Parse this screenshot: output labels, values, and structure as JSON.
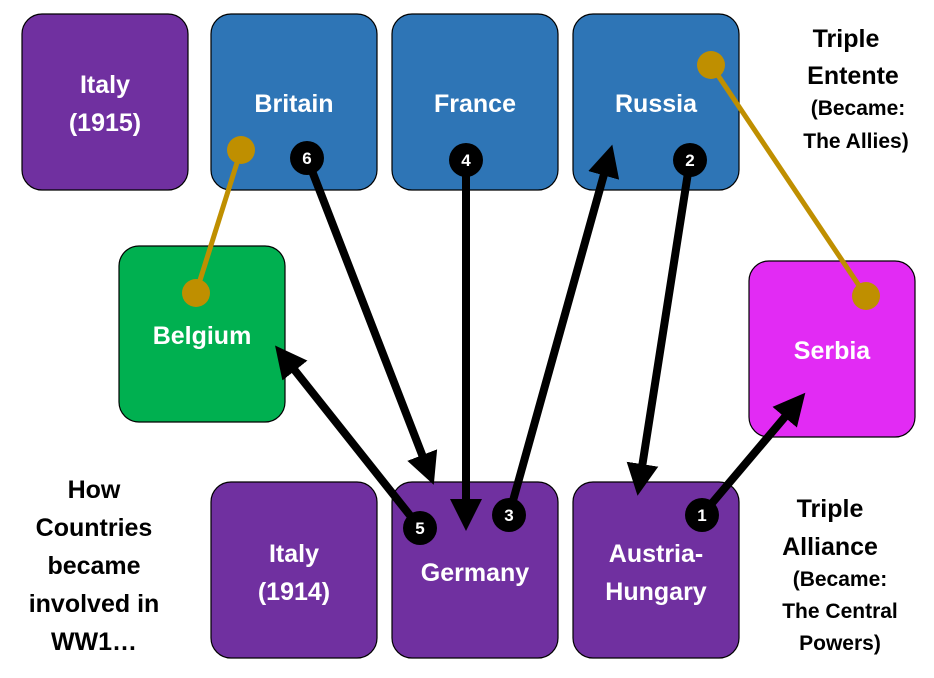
{
  "countries": {
    "italy_1915": [
      "Italy",
      "(1915)"
    ],
    "britain": "Britain",
    "france": "France",
    "russia": "Russia",
    "belgium": "Belgium",
    "serbia": "Serbia",
    "italy_1914": [
      "Italy",
      "(1914)"
    ],
    "germany": "Germany",
    "austria_hungary": [
      "Austria-",
      "Hungary"
    ]
  },
  "steps": [
    "1",
    "2",
    "3",
    "4",
    "5",
    "6"
  ],
  "triple_entente": [
    "Triple",
    "Entente",
    "(Became:",
    "The Allies)"
  ],
  "triple_alliance": [
    "Triple",
    "Alliance",
    "(Became:",
    "The Central",
    "Powers)"
  ],
  "caption": [
    "How",
    "Countries",
    "became",
    "involved in",
    "WW1…"
  ],
  "colors": {
    "central": "#7030A0",
    "entente": "#2E75B6",
    "belgium": "#00B050",
    "serbia": "#E22BF4",
    "link": "#BF8F00"
  }
}
